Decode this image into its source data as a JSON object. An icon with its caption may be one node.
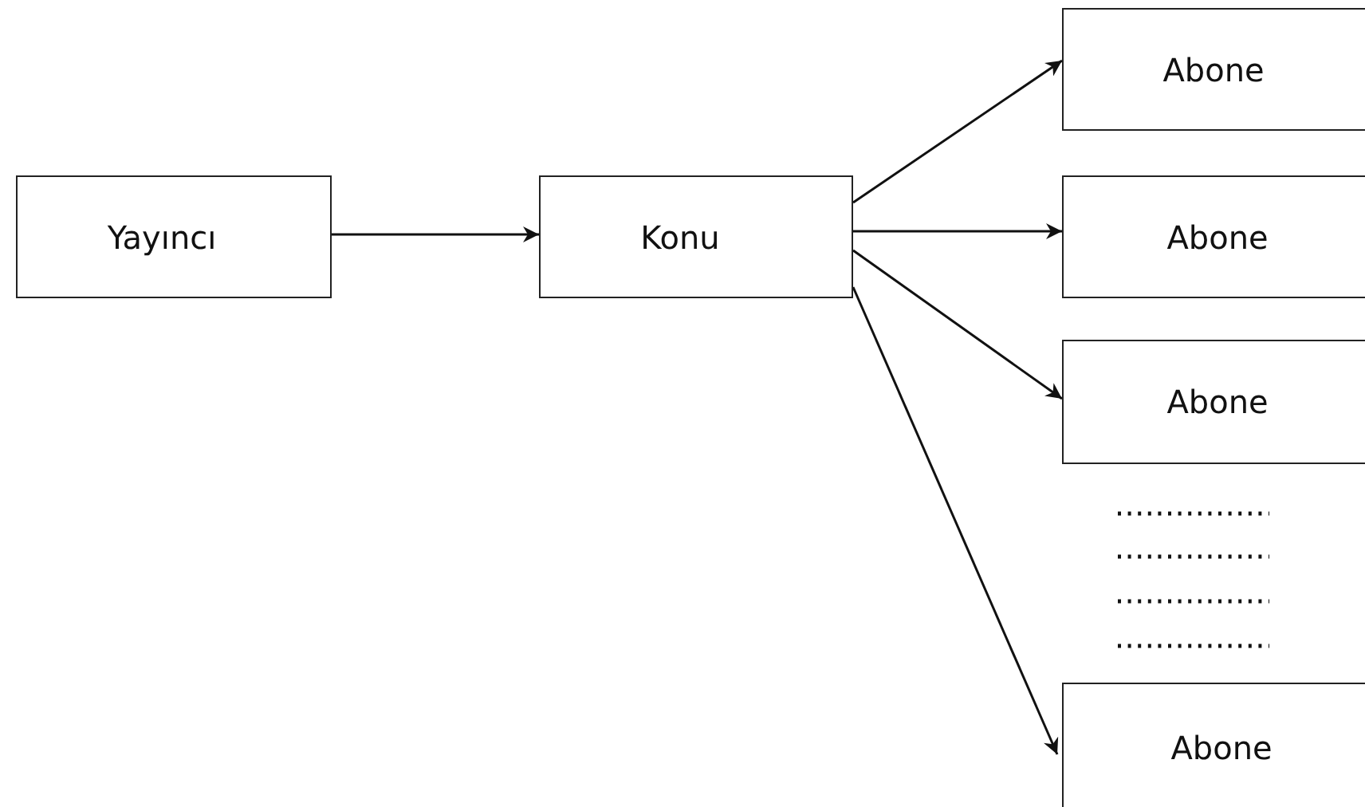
{
  "diagram": {
    "nodes": [
      {
        "text": [
          "Yayıncı"
        ]
      },
      {
        "text": [
          "Konu"
        ]
      },
      {
        "text": [
          "Abone"
        ]
      },
      {
        "text": [
          "Abone"
        ]
      },
      {
        "text": [
          "Abone"
        ]
      },
      {
        "text": [
          "Abone"
        ]
      }
    ],
    "edges": [
      {
        "from": 0,
        "to": 1,
        "arrow": "to"
      },
      {
        "from": 1,
        "to": 2,
        "arrow": "to"
      },
      {
        "from": 1,
        "to": 3,
        "arrow": "to"
      },
      {
        "from": 1,
        "to": 4,
        "arrow": "to"
      },
      {
        "from": 1,
        "to": 5,
        "arrow": "to"
      }
    ]
  }
}
